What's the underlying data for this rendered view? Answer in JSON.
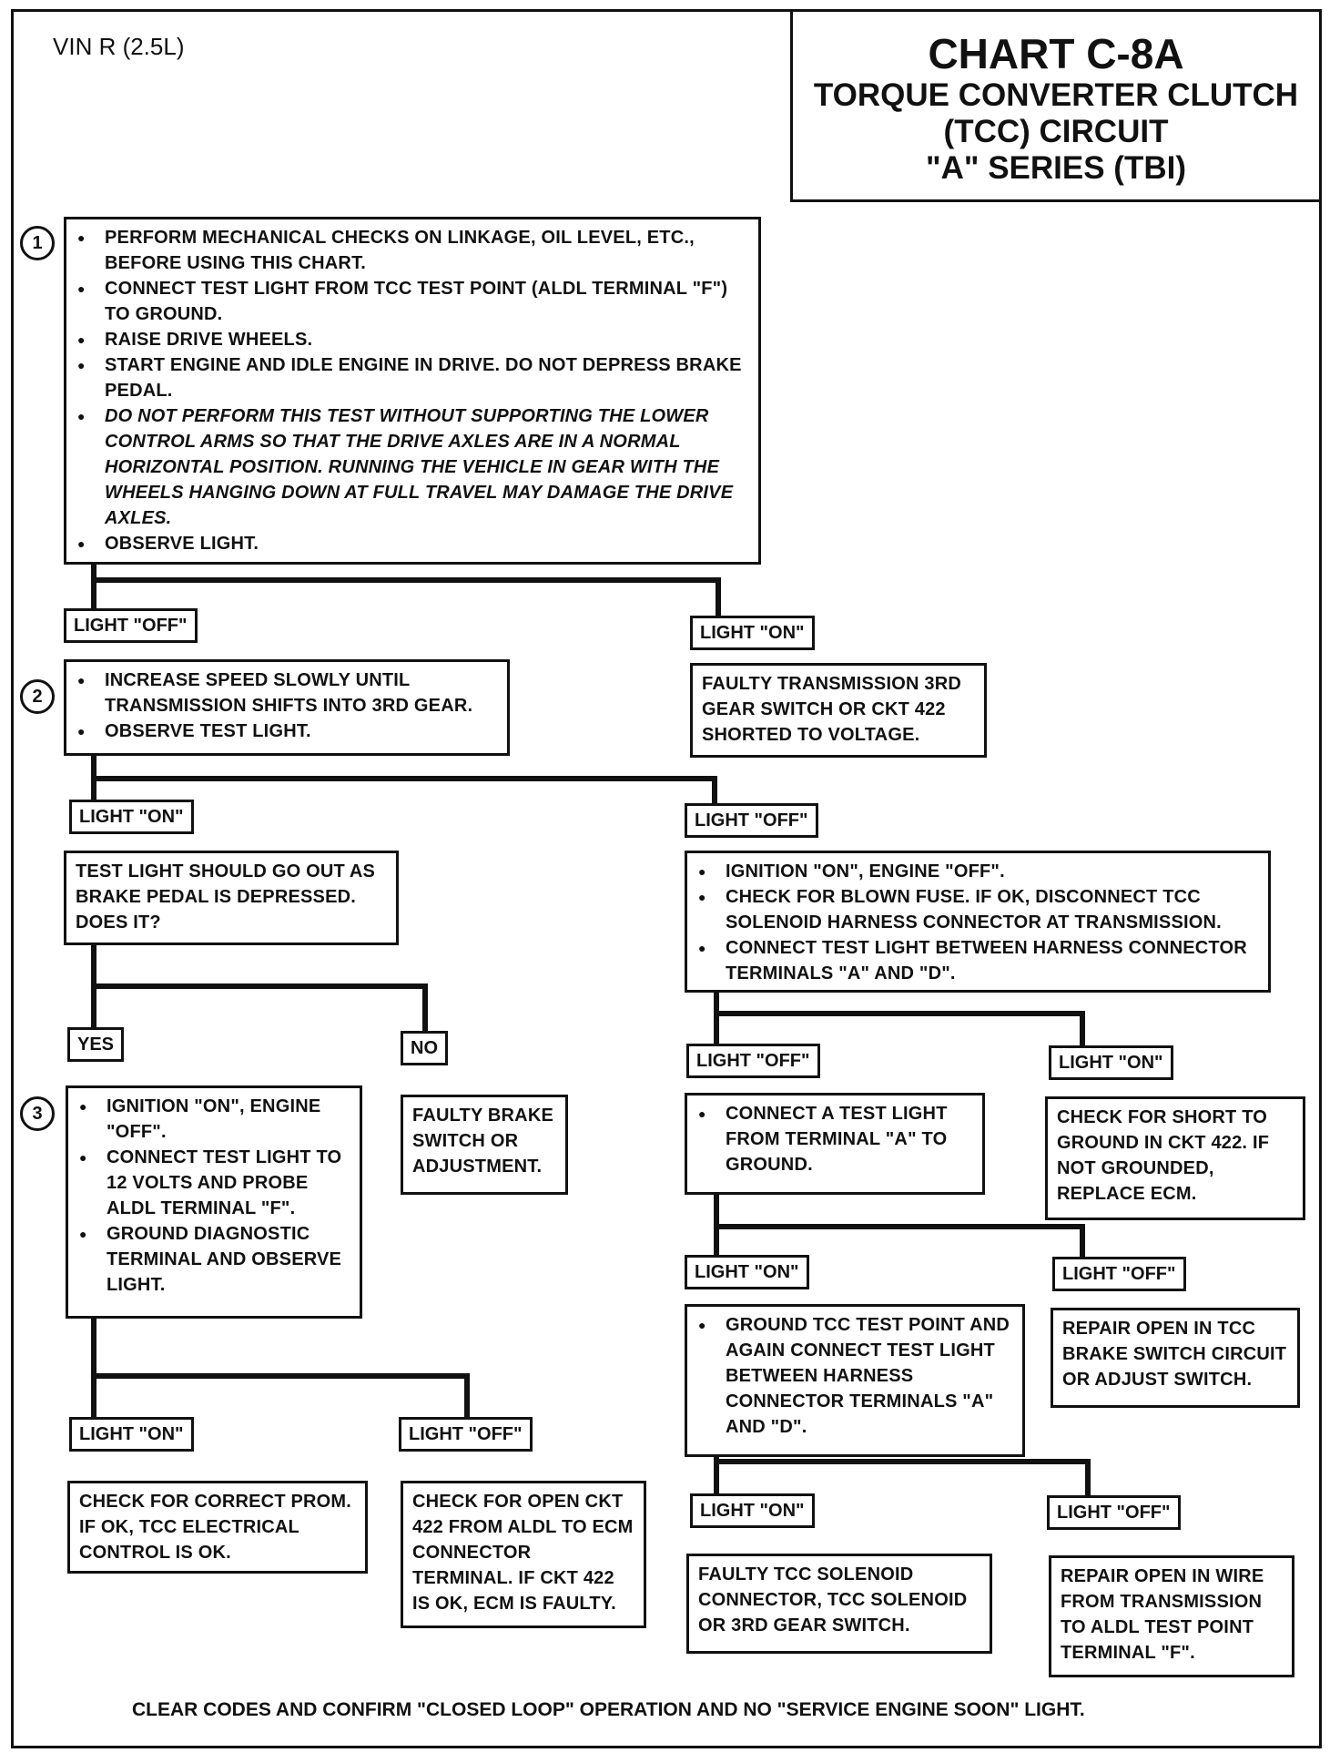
{
  "header": {
    "vin": "VIN R (2.5L)",
    "title": "CHART C-8A",
    "subtitle_line1": "TORQUE CONVERTER CLUTCH",
    "subtitle_line2": "(TCC) CIRCUIT",
    "subtitle_line3": "\"A\" SERIES (TBI)"
  },
  "steps": [
    "1",
    "2",
    "3"
  ],
  "step1": {
    "items": [
      "PERFORM MECHANICAL CHECKS ON LINKAGE, OIL LEVEL, ETC., BEFORE USING THIS CHART.",
      "CONNECT TEST LIGHT FROM TCC TEST POINT (ALDL TERMINAL \"F\") TO GROUND.",
      "RAISE DRIVE WHEELS.",
      "START ENGINE AND IDLE ENGINE IN DRIVE. DO NOT DEPRESS BRAKE PEDAL.",
      "DO NOT PERFORM THIS TEST WITHOUT SUPPORTING THE LOWER CONTROL ARMS SO THAT THE DRIVE AXLES ARE IN A NORMAL HORIZONTAL POSITION. RUNNING THE VEHICLE IN GEAR WITH THE WHEELS HANGING DOWN AT FULL TRAVEL MAY DAMAGE THE DRIVE AXLES.",
      "OBSERVE LIGHT."
    ]
  },
  "labels": {
    "light_off": "LIGHT \"OFF\"",
    "light_on": "LIGHT \"ON\"",
    "yes": "YES",
    "no": "NO"
  },
  "step2": {
    "items": [
      "INCREASE SPEED SLOWLY UNTIL TRANSMISSION SHIFTS INTO 3RD GEAR.",
      "OBSERVE TEST LIGHT."
    ]
  },
  "faulty_3rd_gear": "FAULTY TRANSMISSION 3RD GEAR SWITCH OR CKT 422 SHORTED TO VOLTAGE.",
  "brake_question": "TEST LIGHT SHOULD GO OUT AS BRAKE PEDAL IS DEPRESSED. DOES IT?",
  "ignition_check": {
    "items": [
      "IGNITION \"ON\", ENGINE \"OFF\".",
      "CHECK FOR BLOWN FUSE. IF OK, DISCONNECT TCC SOLENOID HARNESS CONNECTOR AT TRANSMISSION.",
      "CONNECT TEST LIGHT BETWEEN HARNESS CONNECTOR TERMINALS \"A\" AND \"D\"."
    ]
  },
  "faulty_brake": "FAULTY BRAKE SWITCH OR ADJUSTMENT.",
  "step3": {
    "items": [
      "IGNITION \"ON\", ENGINE \"OFF\".",
      "CONNECT TEST LIGHT TO 12 VOLTS AND PROBE ALDL TERMINAL \"F\".",
      "GROUND DIAGNOSTIC TERMINAL AND OBSERVE LIGHT."
    ]
  },
  "connect_terminal_a": {
    "items": [
      "CONNECT A TEST LIGHT FROM TERMINAL \"A\" TO GROUND."
    ]
  },
  "short_to_ground": "CHECK FOR SHORT TO GROUND IN CKT 422. IF NOT GROUNDED, REPLACE ECM.",
  "ground_tcc": {
    "items": [
      "GROUND TCC TEST POINT AND AGAIN CONNECT TEST LIGHT BETWEEN HARNESS CONNECTOR TERMINALS \"A\" AND \"D\"."
    ]
  },
  "repair_brake_switch": "REPAIR OPEN IN TCC BRAKE SWITCH CIRCUIT OR ADJUST SWITCH.",
  "check_prom": "CHECK FOR CORRECT PROM. IF OK, TCC ELECTRICAL CONTROL IS OK.",
  "check_open_422": "CHECK FOR OPEN CKT 422 FROM ALDL TO ECM CONNECTOR TERMINAL. IF CKT 422 IS OK, ECM IS FAULTY.",
  "faulty_solenoid": "FAULTY TCC SOLENOID CONNECTOR, TCC SOLENOID OR 3RD GEAR SWITCH.",
  "repair_open_wire": "REPAIR OPEN IN WIRE FROM TRANSMISSION TO ALDL TEST POINT TERMINAL \"F\".",
  "footer": "CLEAR CODES AND CONFIRM \"CLOSED LOOP\" OPERATION AND NO \"SERVICE ENGINE SOON\" LIGHT."
}
